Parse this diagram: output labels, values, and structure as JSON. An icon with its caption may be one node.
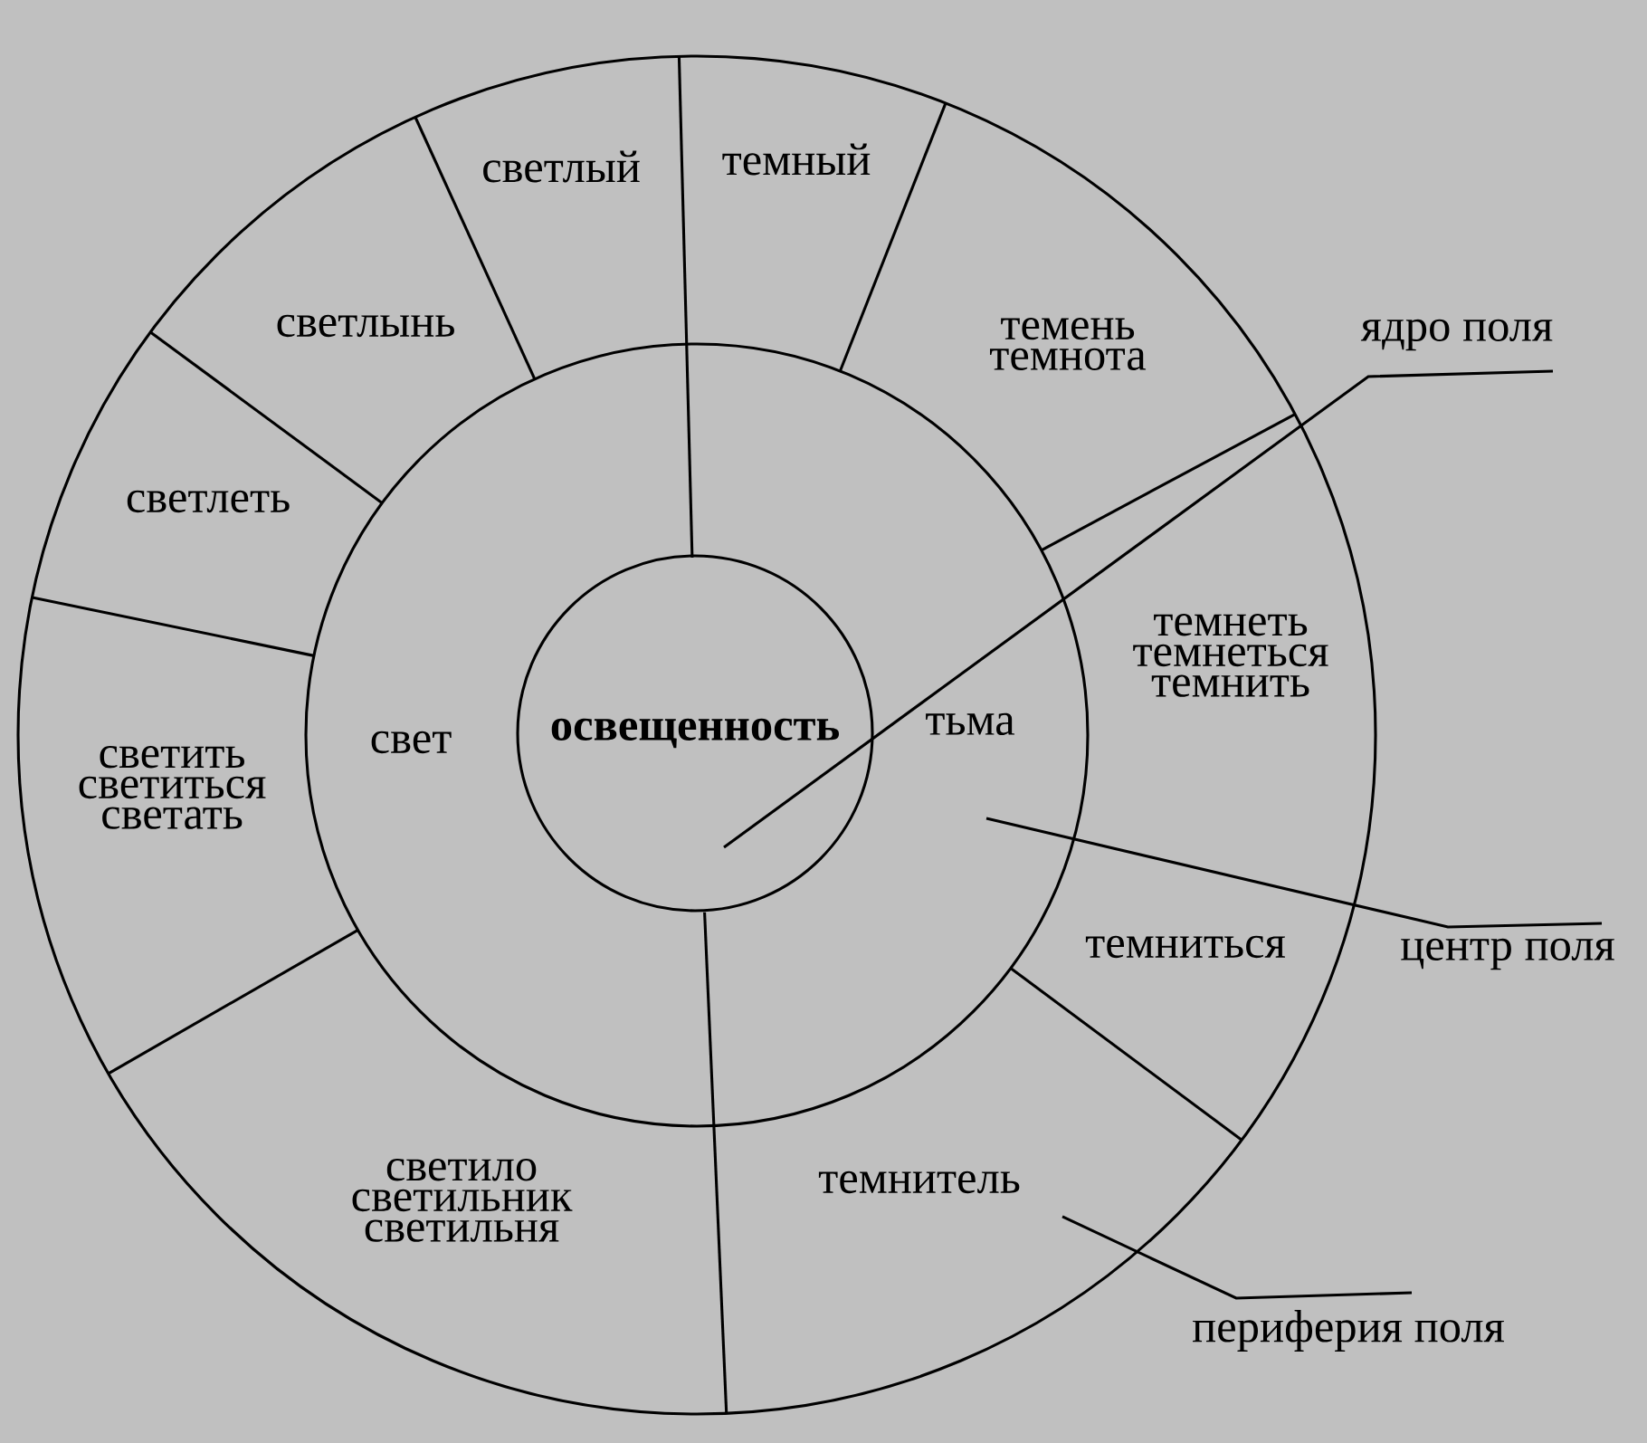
{
  "diagram": {
    "nodes": [
      {
        "text": [
          "светлый"
        ]
      },
      {
        "text": [
          "темный"
        ]
      },
      {
        "text": [
          "светлынь"
        ]
      },
      {
        "text": [
          "темень темнота"
        ]
      },
      {
        "text": [
          "ядро поля"
        ]
      },
      {
        "text": [
          "светлеть"
        ]
      },
      {
        "text": [
          "темнеть темнеться темнить",
          "темниться"
        ]
      },
      {
        "text": [
          "светить светиться светать"
        ]
      },
      {
        "text": [
          "свет"
        ]
      },
      {
        "text": [
          "освещенность"
        ]
      },
      {
        "text": [
          "тьма"
        ]
      },
      {
        "text": [
          "центр поля"
        ]
      },
      {
        "text": [
          "светило светильник светильня"
        ]
      },
      {
        "text": [
          "темнитель"
        ]
      },
      {
        "text": [
          "периферия поля"
        ]
      }
    ],
    "edges": [
      {
        "from": 4,
        "to": 9,
        "arrow": "none"
      },
      {
        "from": 11,
        "to": 10,
        "arrow": "none"
      },
      {
        "from": 14,
        "to": 13,
        "arrow": "none"
      }
    ]
  }
}
